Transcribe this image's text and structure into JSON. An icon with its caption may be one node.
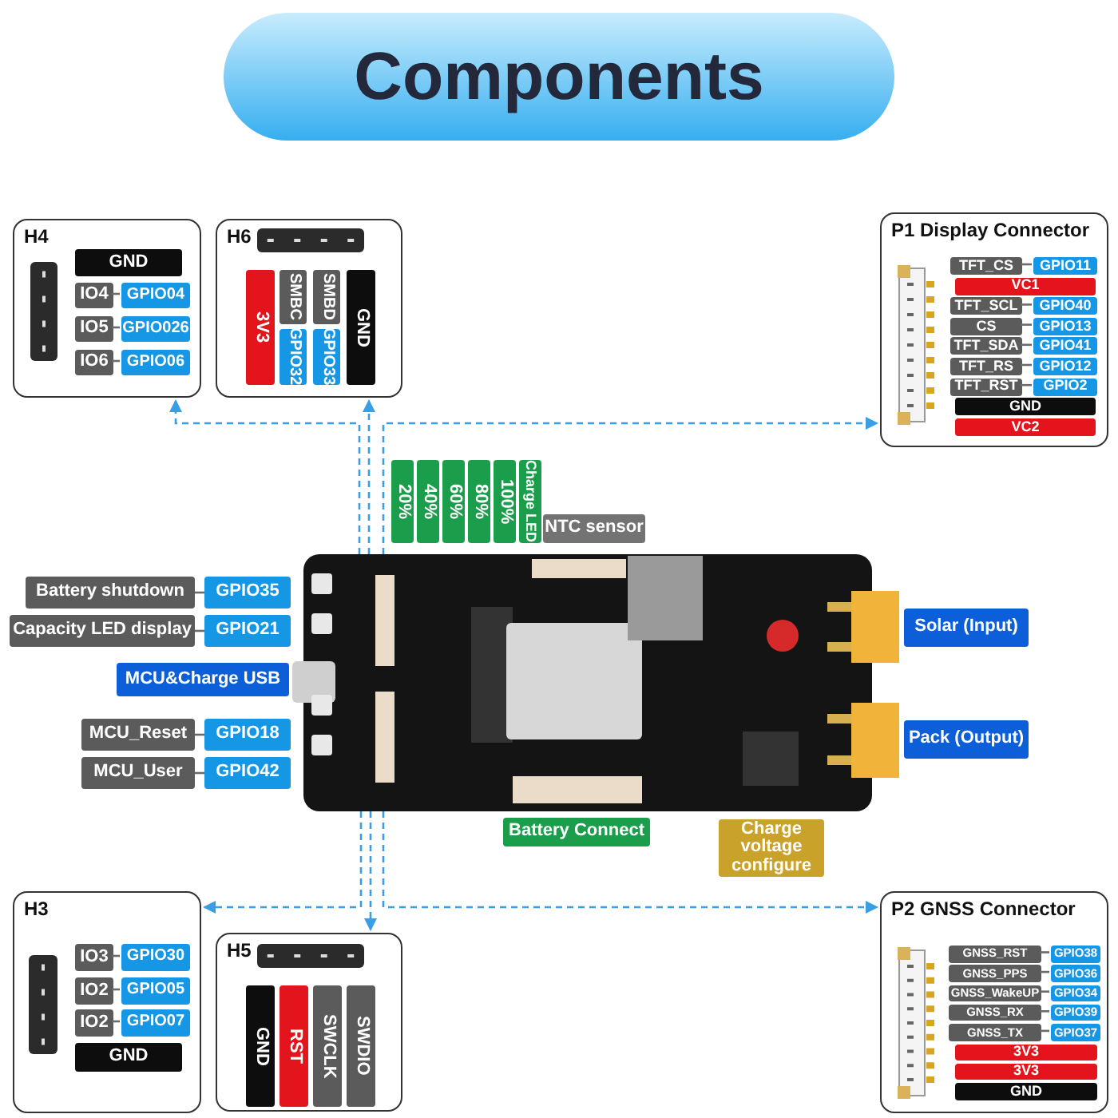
{
  "diagram": {
    "title": "Components",
    "nodes": [
      {
        "text": [
          "H4"
        ]
      },
      {
        "text": [
          "GND"
        ],
        "in": 0
      },
      {
        "text": [
          "IO4"
        ],
        "in": 0
      },
      {
        "text": [
          "GPIO04"
        ],
        "in": 0
      },
      {
        "text": [
          "IO5"
        ],
        "in": 0
      },
      {
        "text": [
          "GPIO026"
        ],
        "in": 0
      },
      {
        "text": [
          "IO6"
        ],
        "in": 0
      },
      {
        "text": [
          "GPIO06"
        ],
        "in": 0
      },
      {
        "text": [
          "H6"
        ]
      },
      {
        "text": [
          "3V3"
        ],
        "in": 8
      },
      {
        "text": [
          "SMBC"
        ],
        "in": 8
      },
      {
        "text": [
          "GPIO32"
        ],
        "in": 8
      },
      {
        "text": [
          "SMBD"
        ],
        "in": 8
      },
      {
        "text": [
          "GPIO33"
        ],
        "in": 8
      },
      {
        "text": [
          "GND"
        ],
        "in": 8
      },
      {
        "text": [
          "P1 Display Connector"
        ]
      },
      {
        "text": [
          "TFT_CS"
        ],
        "in": 15
      },
      {
        "text": [
          "GPIO11"
        ],
        "in": 15
      },
      {
        "text": [
          "VC1"
        ],
        "in": 15
      },
      {
        "text": [
          "TFT_SCL"
        ],
        "in": 15
      },
      {
        "text": [
          "GPIO40"
        ],
        "in": 15
      },
      {
        "text": [
          "CS"
        ],
        "in": 15
      },
      {
        "text": [
          "GPIO13"
        ],
        "in": 15
      },
      {
        "text": [
          "TFT_SDA"
        ],
        "in": 15
      },
      {
        "text": [
          "GPIO41"
        ],
        "in": 15
      },
      {
        "text": [
          "TFT_RS"
        ],
        "in": 15
      },
      {
        "text": [
          "GPIO12"
        ],
        "in": 15
      },
      {
        "text": [
          "TFT_RST"
        ],
        "in": 15
      },
      {
        "text": [
          "GPIO2"
        ],
        "in": 15
      },
      {
        "text": [
          "GND"
        ],
        "in": 15
      },
      {
        "text": [
          "VC2"
        ],
        "in": 15
      },
      {
        "text": [
          "20%"
        ]
      },
      {
        "text": [
          "40%"
        ]
      },
      {
        "text": [
          "60%"
        ]
      },
      {
        "text": [
          "80%"
        ]
      },
      {
        "text": [
          "100%"
        ]
      },
      {
        "text": [
          "Charge LED"
        ]
      },
      {
        "text": [
          "NTC sensor"
        ]
      },
      {
        "text": [
          "Battery shutdown"
        ]
      },
      {
        "text": [
          "GPIO35"
        ]
      },
      {
        "text": [
          "Capacity LED display"
        ]
      },
      {
        "text": [
          "GPIO21"
        ]
      },
      {
        "text": [
          "MCU&Charge USB"
        ]
      },
      {
        "text": [
          "MCU_Reset"
        ]
      },
      {
        "text": [
          "GPIO18"
        ]
      },
      {
        "text": [
          "MCU_User"
        ]
      },
      {
        "text": [
          "GPIO42"
        ]
      },
      {
        "text": [],
        "shape": "picture"
      },
      {
        "text": [
          "Solar (Input)"
        ]
      },
      {
        "text": [
          "Pack (Output)"
        ]
      },
      {
        "text": [
          "Battery Connect"
        ]
      },
      {
        "text": [
          "Charge voltage configure"
        ]
      },
      {
        "text": [
          "H3"
        ]
      },
      {
        "text": [
          "IO3"
        ],
        "in": 52
      },
      {
        "text": [
          "GPIO30"
        ],
        "in": 52
      },
      {
        "text": [
          "IO2"
        ],
        "in": 52
      },
      {
        "text": [
          "GPIO05"
        ],
        "in": 52
      },
      {
        "text": [
          "IO2"
        ],
        "in": 52
      },
      {
        "text": [
          "GPIO07"
        ],
        "in": 52
      },
      {
        "text": [
          "GND"
        ],
        "in": 52
      },
      {
        "text": [
          "H5"
        ]
      },
      {
        "text": [
          "GND"
        ],
        "in": 60
      },
      {
        "text": [
          "RST"
        ],
        "in": 60
      },
      {
        "text": [
          "SWCLK"
        ],
        "in": 60
      },
      {
        "text": [
          "SWDIO"
        ],
        "in": 60
      },
      {
        "text": [
          "P2 GNSS Connector"
        ]
      },
      {
        "text": [
          "GNSS_RST"
        ],
        "in": 65
      },
      {
        "text": [
          "GPIO38"
        ],
        "in": 65
      },
      {
        "text": [
          "GNSS_PPS"
        ],
        "in": 65
      },
      {
        "text": [
          "GPIO36"
        ],
        "in": 65
      },
      {
        "text": [
          "GNSS_WakeUP"
        ],
        "in": 65
      },
      {
        "text": [
          "GPIO34"
        ],
        "in": 65
      },
      {
        "text": [
          "GNSS_RX"
        ],
        "in": 65
      },
      {
        "text": [
          "GPIO39"
        ],
        "in": 65
      },
      {
        "text": [
          "GNSS_TX"
        ],
        "in": 65
      },
      {
        "text": [
          "GPIO37"
        ],
        "in": 65
      },
      {
        "text": [
          "3V3"
        ],
        "in": 65
      },
      {
        "text": [
          "3V3"
        ],
        "in": 65
      },
      {
        "text": [
          "GND"
        ],
        "in": 65
      }
    ],
    "edges": [
      {
        "from": 2,
        "to": 3,
        "arrow": "none"
      },
      {
        "from": 4,
        "to": 5,
        "arrow": "none"
      },
      {
        "from": 6,
        "to": 7,
        "arrow": "none"
      },
      {
        "from": 16,
        "to": 17,
        "arrow": "none"
      },
      {
        "from": 19,
        "to": 20,
        "arrow": "none"
      },
      {
        "from": 21,
        "to": 22,
        "arrow": "none"
      },
      {
        "from": 23,
        "to": 24,
        "arrow": "none"
      },
      {
        "from": 25,
        "to": 26,
        "arrow": "none"
      },
      {
        "from": 27,
        "to": 28,
        "arrow": "none"
      },
      {
        "from": 38,
        "to": 39,
        "arrow": "none"
      },
      {
        "from": 40,
        "to": 41,
        "arrow": "none"
      },
      {
        "from": 43,
        "to": 44,
        "arrow": "none"
      },
      {
        "from": 45,
        "to": 46,
        "arrow": "none"
      },
      {
        "from": 53,
        "to": 54,
        "arrow": "none"
      },
      {
        "from": 55,
        "to": 56,
        "arrow": "none"
      },
      {
        "from": 57,
        "to": 58,
        "arrow": "none"
      },
      {
        "from": 66,
        "to": 67,
        "arrow": "none"
      },
      {
        "from": 68,
        "to": 69,
        "arrow": "none"
      },
      {
        "from": 70,
        "to": 71,
        "arrow": "none"
      },
      {
        "from": 72,
        "to": 73,
        "arrow": "none"
      },
      {
        "from": 74,
        "to": 75,
        "arrow": "none"
      },
      {
        "from": 47,
        "to": 0,
        "arrow": "to",
        "style": "dashed",
        "color": "#3a9ee4"
      },
      {
        "from": 47,
        "to": 8,
        "arrow": "to",
        "style": "dashed",
        "color": "#3a9ee4"
      },
      {
        "from": 47,
        "to": 15,
        "arrow": "to",
        "style": "dashed",
        "color": "#3a9ee4"
      },
      {
        "from": 47,
        "to": 52,
        "arrow": "to",
        "style": "dashed",
        "color": "#3a9ee4"
      },
      {
        "from": 47,
        "to": 60,
        "arrow": "to",
        "style": "dashed",
        "color": "#3a9ee4"
      },
      {
        "from": 47,
        "to": 65,
        "arrow": "to",
        "style": "dashed",
        "color": "#3a9ee4"
      }
    ]
  }
}
